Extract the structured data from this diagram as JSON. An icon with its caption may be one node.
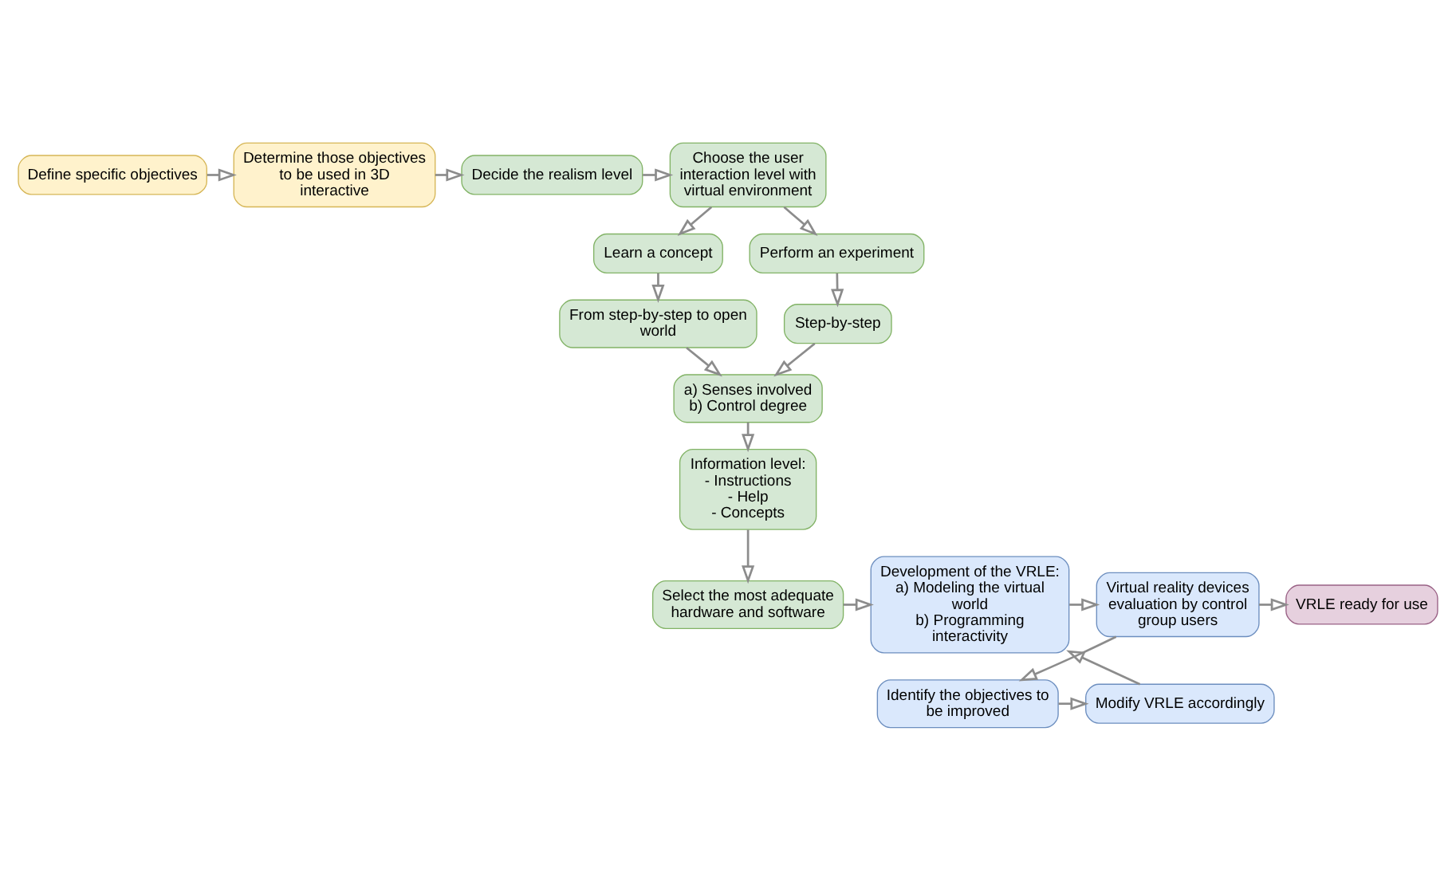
{
  "diagram": {
    "nodes": [
      {
        "text": [
          "Define specific objectives"
        ]
      },
      {
        "text": [
          "Determine those objectives to be used in 3D interactive"
        ]
      },
      {
        "text": [
          "Decide the realism level"
        ]
      },
      {
        "text": [
          "Choose the user interaction level with virtual environment"
        ]
      },
      {
        "text": [
          "a) Senses involved",
          "b) Control degree"
        ]
      },
      {
        "text": [
          "From step-by-step to open world"
        ]
      },
      {
        "text": [
          "Learn a concept"
        ]
      },
      {
        "text": [
          "Step-by-step"
        ]
      },
      {
        "text": [
          "Perform an experiment"
        ]
      },
      {
        "text": [
          "Information level:",
          "- Instructions",
          "- Help",
          "- Concepts"
        ]
      },
      {
        "text": [
          "Modify VRLE accordingly"
        ]
      },
      {
        "text": [
          "Identify the objectives to be improved"
        ]
      },
      {
        "text": [
          "Select the most adequate hardware and software"
        ]
      },
      {
        "text": [
          "Development of the VRLE:",
          "a) Modeling the virtual world",
          "b) Programming interactivity"
        ]
      },
      {
        "text": [
          "Virtual reality devices evaluation by control group users"
        ]
      },
      {
        "text": [
          "VRLE ready for use"
        ]
      }
    ],
    "edges": [
      {
        "from": 0,
        "to": 1,
        "arrow": "to"
      },
      {
        "from": 1,
        "to": 2,
        "arrow": "to"
      },
      {
        "from": 2,
        "to": 3,
        "arrow": "to"
      },
      {
        "from": 3,
        "to": 6,
        "arrow": "to"
      },
      {
        "from": 3,
        "to": 8,
        "arrow": "to"
      },
      {
        "from": 6,
        "to": 5,
        "arrow": "to"
      },
      {
        "from": 5,
        "to": 4,
        "arrow": "to"
      },
      {
        "from": 8,
        "to": 7,
        "arrow": "to"
      },
      {
        "from": 7,
        "to": 4,
        "arrow": "to"
      },
      {
        "from": 4,
        "to": 9,
        "arrow": "to"
      },
      {
        "from": 9,
        "to": 12,
        "arrow": "to"
      },
      {
        "from": 12,
        "to": 13,
        "arrow": "to"
      },
      {
        "from": 13,
        "to": 14,
        "arrow": "to"
      },
      {
        "from": 14,
        "to": 15,
        "arrow": "to"
      },
      {
        "from": 14,
        "to": 11,
        "arrow": "to"
      },
      {
        "from": 11,
        "to": 10,
        "arrow": "to"
      },
      {
        "from": 10,
        "to": 13,
        "arrow": "to"
      }
    ]
  }
}
